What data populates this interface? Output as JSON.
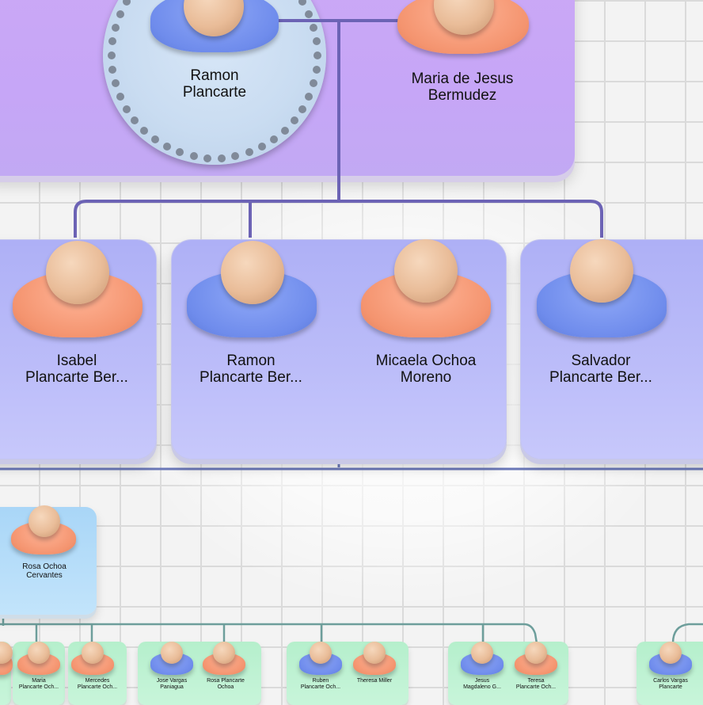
{
  "palette": {
    "grid_background": "#f3f3f3",
    "grid_lines": "#dadada",
    "connector_gen1_gen2": "#6c63b5",
    "connector_gen2_gen3": "#6b78b8",
    "connector_gen3_gen4": "#6d9e9b",
    "male_torso": "#6f8cec",
    "female_torso": "#f4946f",
    "gen1_card": "#c6a6f7",
    "gen2_card": "#bcbdf9",
    "gen3_card": "#b7defa",
    "gen4_card": "#c2f3d5",
    "selection_ring": "#c9dcf1"
  },
  "generation1": [
    {
      "name": "Ramon\nPlancarte",
      "gender": "male",
      "selected": true
    },
    {
      "name": "Maria de Jesus\nBermudez",
      "gender": "female"
    }
  ],
  "generation2": [
    {
      "name": "Isabel\nPlancarte Ber...",
      "gender": "female"
    },
    {
      "name": "Ramon\nPlancarte Ber...",
      "gender": "male"
    },
    {
      "name": "Micaela Ochoa\nMoreno",
      "gender": "female"
    },
    {
      "name": "Salvador\nPlancarte Ber...",
      "gender": "male"
    }
  ],
  "generation3": [
    {
      "name": "Rosa Ochoa\nCervantes",
      "gender": "female"
    }
  ],
  "generation4": [
    {
      "name": "",
      "gender": "female"
    },
    {
      "name": "Maria\nPlancarte Och...",
      "gender": "female"
    },
    {
      "name": "Mercedes\nPlancarte Och...",
      "gender": "female"
    },
    {
      "name": "Jose Vargas\nPaniagua",
      "gender": "male"
    },
    {
      "name": "Rosa Plancarte\nOchoa",
      "gender": "female"
    },
    {
      "name": "Ruben\nPlancarte Och...",
      "gender": "male"
    },
    {
      "name": "Theresa Miller",
      "gender": "female"
    },
    {
      "name": "Jesus\nMagdaleno G...",
      "gender": "male"
    },
    {
      "name": "Teresa\nPlancarte Och...",
      "gender": "female"
    },
    {
      "name": "Carlos Vargas\nPlancarte",
      "gender": "male"
    }
  ]
}
